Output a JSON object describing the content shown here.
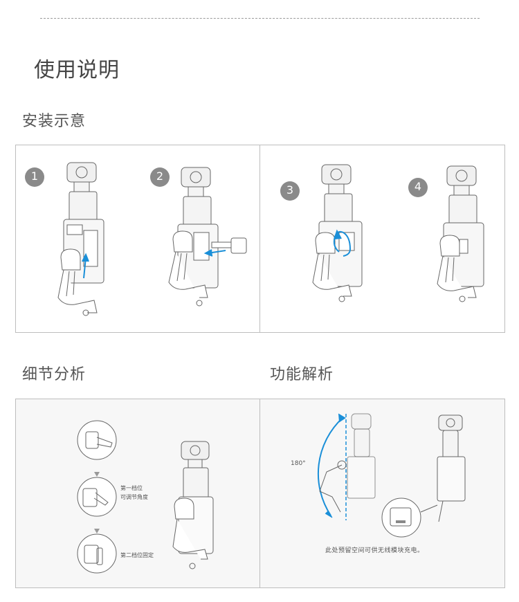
{
  "title": "使用说明",
  "section_install": "安装示意",
  "section_detail": "细节分析",
  "section_function": "功能解析",
  "steps": [
    "1",
    "2",
    "3",
    "4"
  ],
  "detail": {
    "label1_line1": "第一档位",
    "label1_line2": "可调节角度",
    "label2": "第二档位固定"
  },
  "function": {
    "angle": "180°",
    "note": "此处预留空间可供无线模块充电。"
  },
  "colors": {
    "accent": "#1a8fd8",
    "line": "#555555",
    "badge": "#8a8a8a"
  }
}
